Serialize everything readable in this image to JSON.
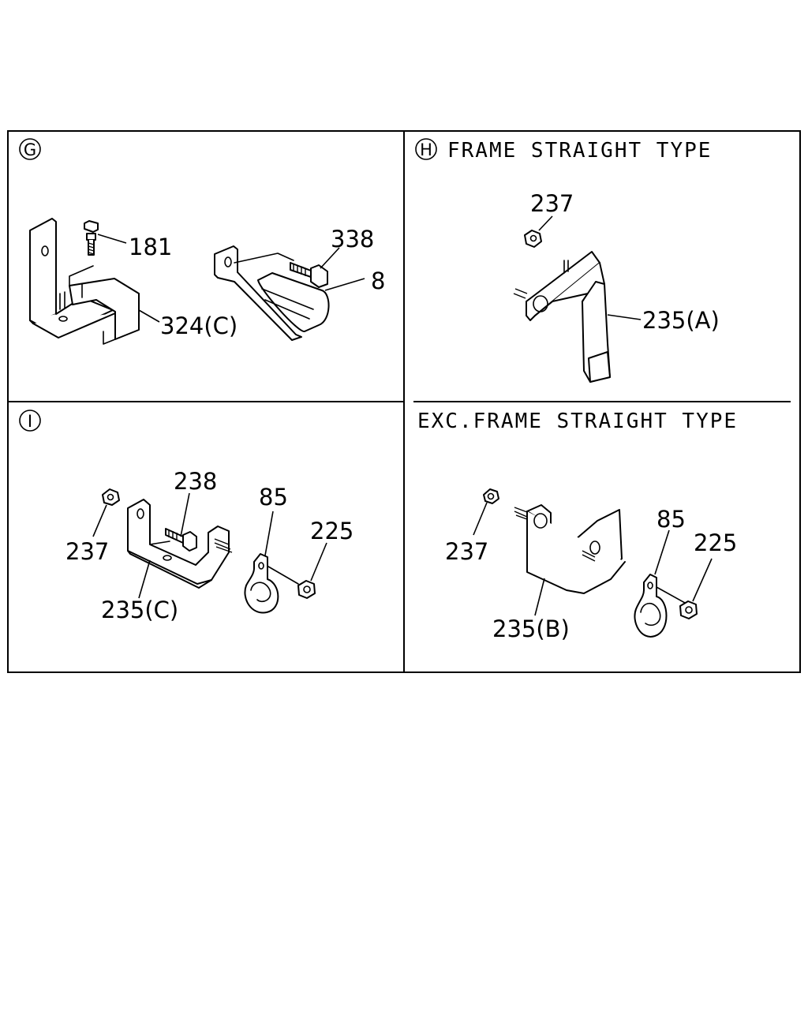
{
  "panels": {
    "g": {
      "marker": "G",
      "callouts": {
        "p181": "181",
        "p338": "338",
        "p8": "8",
        "p324c": "324(C)"
      }
    },
    "h": {
      "marker": "H",
      "title": "FRAME STRAIGHT TYPE",
      "callouts": {
        "p237": "237",
        "p235a": "235(A)"
      }
    },
    "h2": {
      "title": "EXC.FRAME STRAIGHT TYPE",
      "callouts": {
        "p237": "237",
        "p85": "85",
        "p225": "225",
        "p235b": "235(B)"
      }
    },
    "i": {
      "marker": "I",
      "callouts": {
        "p238": "238",
        "p85": "85",
        "p225": "225",
        "p237": "237",
        "p235c": "235(C)"
      }
    }
  }
}
